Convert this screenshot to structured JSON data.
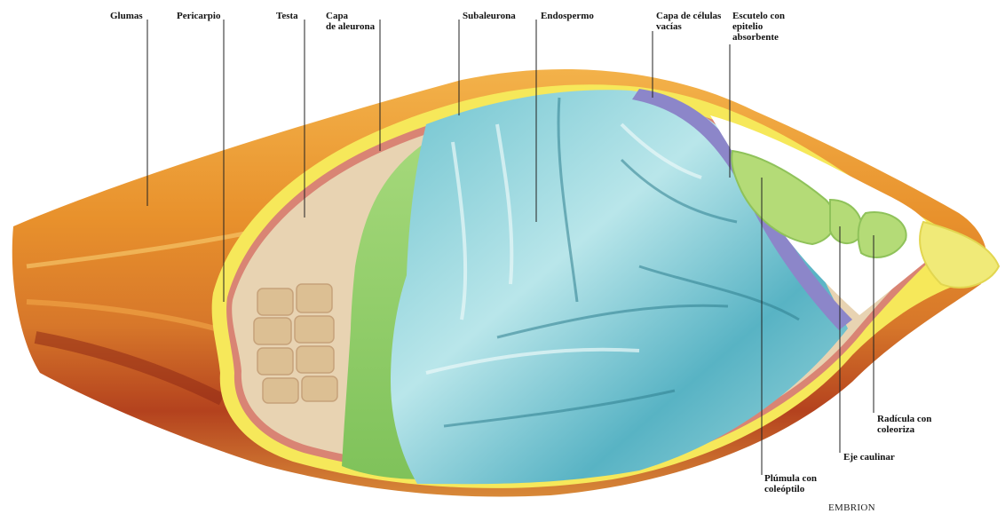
{
  "diagram": {
    "labels": {
      "glumas": "Glumas",
      "pericarpio": "Pericarpio",
      "testa": "Testa",
      "capa_aleurona": "Capa\nde aleurona",
      "subaleurona": "Subaleurona",
      "endospermo": "Endospermo",
      "capa_celulas_vacias": "Capa de células\nvacías",
      "escutelo": "Escutelo con\nepitelio\nabsorbente",
      "radicula": "Radícula con\ncoleoriza",
      "eje_caulinar": "Eje caulinar",
      "plumula": "Plúmula con\ncoleóptilo"
    },
    "caption": "EMBRION"
  },
  "colors": {
    "glume": "#e8912c",
    "glume_dark": "#b4421e",
    "pericarp_outline": "#f4e34a",
    "testa": "#d97a6a",
    "tan_layer": "#e2c9a6",
    "aleurone": "#93cf6b",
    "endosperm": "#8fd3dc",
    "endosperm_dark": "#2f7f8f",
    "scutellum": "#8c86c9",
    "embryo_green": "#b4db77",
    "root_yellow": "#f0ea78"
  }
}
